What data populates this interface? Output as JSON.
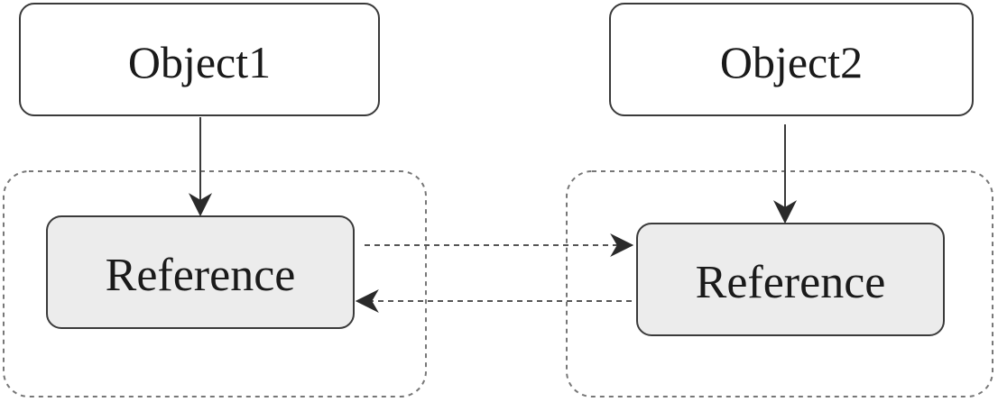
{
  "diagram": {
    "left": {
      "object_label": "Object1",
      "reference_label": "Reference"
    },
    "right": {
      "object_label": "Object2",
      "reference_label": "Reference"
    }
  },
  "colors": {
    "stroke": "#3a3a3a",
    "object_fill": "#ffffff",
    "reference_fill": "#ececec",
    "dashed_stroke": "#555555"
  }
}
